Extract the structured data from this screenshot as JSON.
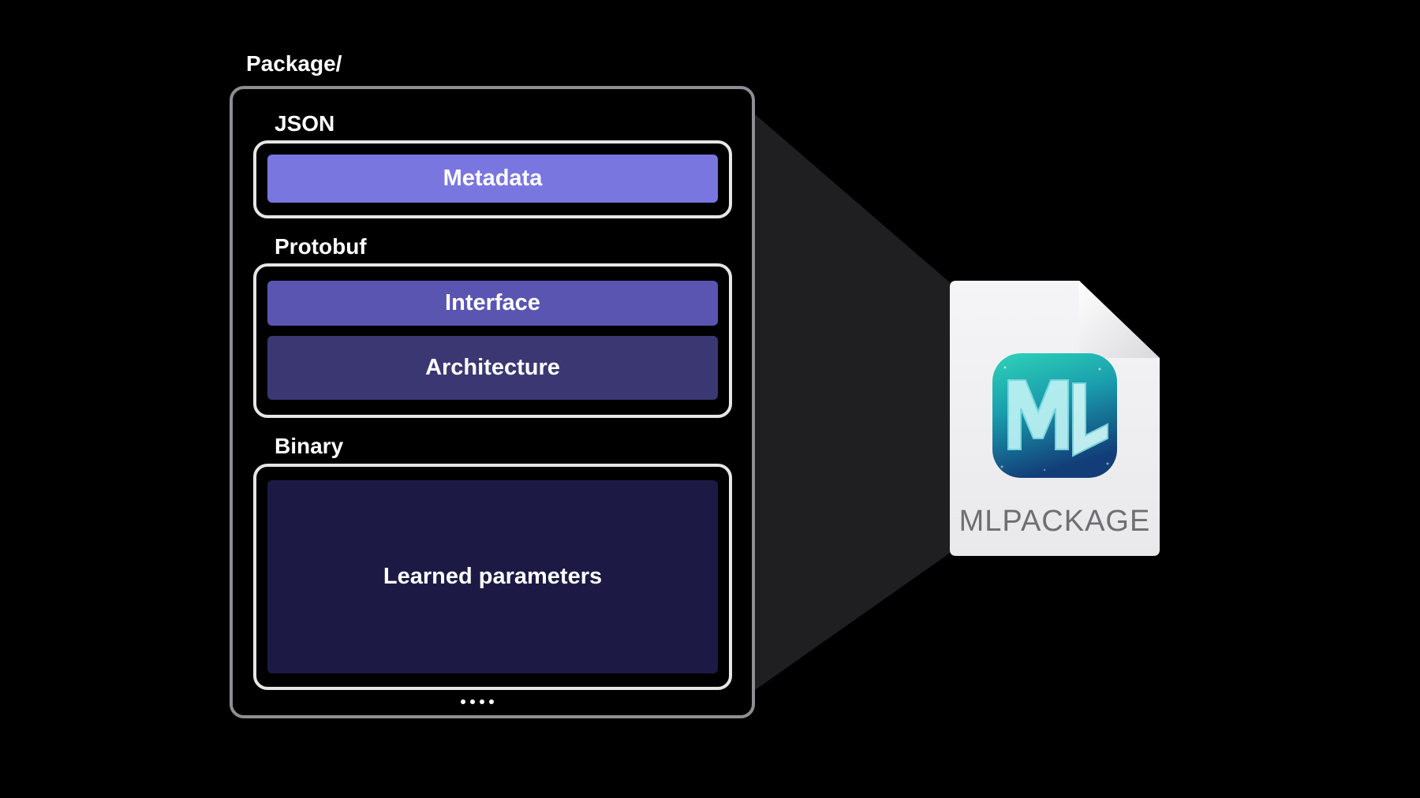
{
  "package_label": "Package/",
  "groups": {
    "json": {
      "label": "JSON",
      "blocks": [
        "Metadata"
      ]
    },
    "protobuf": {
      "label": "Protobuf",
      "blocks": [
        "Interface",
        "Architecture"
      ]
    },
    "binary": {
      "label": "Binary",
      "blocks": [
        "Learned parameters"
      ]
    }
  },
  "file_icon": {
    "label": "MLPACKAGE",
    "icon": "ml-app-icon"
  },
  "colors": {
    "metadata": "#7a76e0",
    "interface": "#5a55b0",
    "architecture": "#3b3773",
    "learned_parameters": "#1c1a45",
    "border_outer": "#8e8e93",
    "border_inner": "#e6e6e6",
    "projection": "#1f1f21"
  }
}
